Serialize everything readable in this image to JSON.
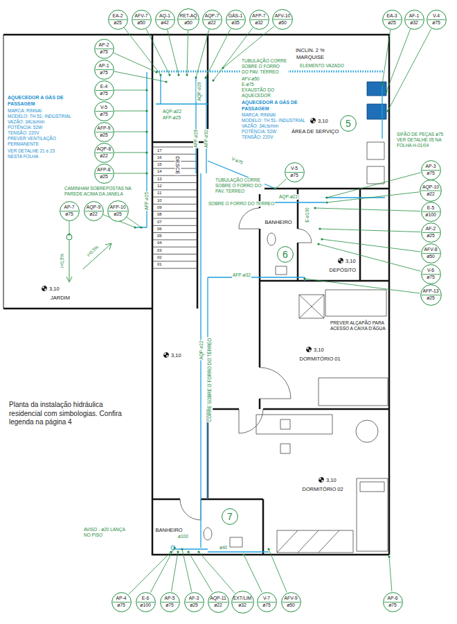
{
  "diagram": {
    "caption": "Planta da instalação hidráulica residencial com simbologias. Confira legenda na página 4",
    "nodes": [
      {
        "text": [
          "EA-2",
          "ø25"
        ]
      },
      {
        "text": [
          "AFV-7",
          "ø50"
        ]
      },
      {
        "text": [
          "AQ-1",
          "ø42"
        ]
      },
      {
        "text": [
          "RET-AQ",
          "ø50"
        ]
      },
      {
        "text": [
          "AQP-7",
          "ø22"
        ]
      },
      {
        "text": [
          "GÁS-1",
          "ø35"
        ]
      },
      {
        "text": [
          "AFP-7",
          "ø32"
        ]
      },
      {
        "text": [
          "AFV-10",
          "ø50"
        ]
      },
      {
        "text": [
          "EA-3",
          "ø25"
        ]
      },
      {
        "text": [
          "AF-1",
          "ø32"
        ]
      },
      {
        "text": [
          "V-4",
          "ø75"
        ]
      },
      {
        "text": [
          "AP-2",
          "ø75"
        ]
      },
      {
        "text": [
          "AP-1",
          "ø75"
        ]
      },
      {
        "text": [
          "E-4",
          "ø75"
        ]
      },
      {
        "text": [
          "V-5",
          "ø75"
        ]
      },
      {
        "text": [
          "AFP-9",
          "ø25"
        ]
      },
      {
        "text": [
          "AQP-8",
          "ø22"
        ]
      },
      {
        "text": [
          "AFP-8",
          "ø25"
        ]
      },
      {
        "text": [
          "5"
        ]
      },
      {
        "text": [
          "V-5",
          "ø75"
        ]
      },
      {
        "text": [
          "AP-3",
          "ø75"
        ]
      },
      {
        "text": [
          "AQP-10",
          "ø22"
        ]
      },
      {
        "text": [
          "AP-7",
          "ø75"
        ]
      },
      {
        "text": [
          "AQP-9",
          "ø22"
        ]
      },
      {
        "text": [
          "AFP-10",
          "ø25"
        ]
      },
      {
        "text": [
          "E-5",
          "ø100"
        ]
      },
      {
        "text": [
          "AF-2",
          "ø25"
        ]
      },
      {
        "text": [
          "6"
        ]
      },
      {
        "text": [
          "AFV-8",
          "ø50"
        ]
      },
      {
        "text": [
          "V-6",
          "ø75"
        ]
      },
      {
        "text": [
          "AFP-13",
          "ø25"
        ]
      },
      {
        "text": [
          "7"
        ]
      },
      {
        "text": [
          "AP-4",
          "ø75"
        ]
      },
      {
        "text": [
          "E-6",
          "ø100"
        ]
      },
      {
        "text": [
          "AP-5",
          "ø75"
        ]
      },
      {
        "text": [
          "AF-3",
          "ø25"
        ]
      },
      {
        "text": [
          "AQP-11",
          "ø22"
        ]
      },
      {
        "text": [
          "EXT/LIM",
          "ø32"
        ]
      },
      {
        "text": [
          "V-7",
          "ø75"
        ]
      },
      {
        "text": [
          "AFV-9",
          "ø50"
        ]
      },
      {
        "text": [
          "AP-6",
          "ø75"
        ]
      }
    ],
    "labels": [
      "INCLIN. 2 %",
      "MARQUISE",
      "ELEMENTO VAZADO",
      "AQUECEDOR A GÁS DE PASSAGEM",
      "MARCA: RINNAI",
      "MODELO: TH 51- INDUSTRIAL",
      "VAZÃO: 34Lts/min",
      "POTÊNCIA: 52W",
      "TENSÃO: 220V",
      "PREVER VENTILAÇÃO PERMANENTE",
      "VER DETALHE 21 e 23 NESTA FOLHA",
      "TUBULAÇÃO CORRE SOBRE O FORRO DO PAV. TÉRREO",
      "AFV-ø50",
      "E-ø75",
      "EXAUSTÃO DO AQUECEDOR",
      "AQUECEDOR A GÁS DE PASSAGEM",
      "MARCA: RINNAI",
      "MODELO: TH 51- INDUSTRIAL",
      "VAZÃO: 34Lts/min",
      "POTÊNCIA: 52W",
      "TENSÃO: 220V",
      "3,10",
      "ÁREA DE SERVIÇO",
      "AQP-ø22",
      "AFP-ø25",
      "AQP-ø28",
      "AFP-ø28",
      "AFP-ø32",
      "DESCE",
      "CAMINHAM SOBREPOSTAS NA PAREDE ACIMA DA JANELA",
      "AFP-ø25",
      "TUBULAÇÃO CORRE SOBRE O FORRO DO PAV. TÉRREO",
      "V-ø75",
      "AQP-ø22",
      "SOBRE O FORRO DO TÉRREO",
      "BANHEIRO",
      "E-ø100",
      "3,10",
      "DEPÓSITO",
      "AFP-ø32",
      "SIFÃO DE PEÇAS ø75 VER DETALHE 05 NA FOLHA H-01/04",
      "3,10",
      "JARDIM",
      "i=0,5%",
      "i=0,5%",
      "PREVER ALÇAPÃO PARA ACESSO A CAIXA D'ÁGUA",
      "3,10",
      "DORMITÓRIO 01",
      "3,10",
      "AQP-ø22",
      "CORRE SOBRE O FORRO DO TÉRREO",
      "3,10",
      "DORMITÓRIO 02",
      "BANHEIRO",
      "AVISO - ø20 LANÇA NO PISO",
      "ø100",
      "ø40",
      "17",
      "16",
      "15",
      "14",
      "13",
      "12",
      "11",
      "10",
      "09",
      "08",
      "07",
      "06",
      "05",
      "04",
      "03",
      "02",
      "01"
    ]
  }
}
